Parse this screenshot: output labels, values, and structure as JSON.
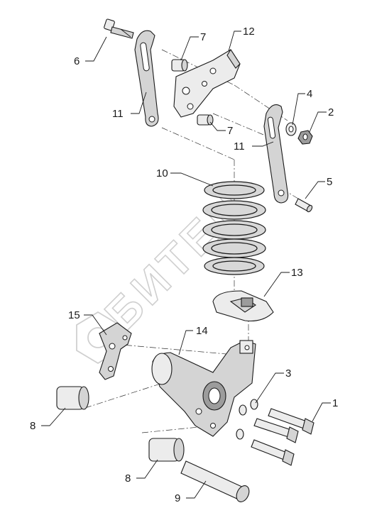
{
  "watermark": {
    "text": "БИТЕН"
  },
  "callouts": [
    {
      "id": "c1",
      "label": "1"
    },
    {
      "id": "c2",
      "label": "2"
    },
    {
      "id": "c3",
      "label": "3"
    },
    {
      "id": "c4",
      "label": "4"
    },
    {
      "id": "c5",
      "label": "5"
    },
    {
      "id": "c6",
      "label": "6"
    },
    {
      "id": "c7a",
      "label": "7"
    },
    {
      "id": "c7b",
      "label": "7"
    },
    {
      "id": "c8a",
      "label": "8"
    },
    {
      "id": "c8b",
      "label": "8"
    },
    {
      "id": "c9",
      "label": "9"
    },
    {
      "id": "c10",
      "label": "10"
    },
    {
      "id": "c11a",
      "label": "11"
    },
    {
      "id": "c11b",
      "label": "11"
    },
    {
      "id": "c12",
      "label": "12"
    },
    {
      "id": "c13",
      "label": "13"
    },
    {
      "id": "c14",
      "label": "14"
    },
    {
      "id": "c15",
      "label": "15"
    }
  ]
}
